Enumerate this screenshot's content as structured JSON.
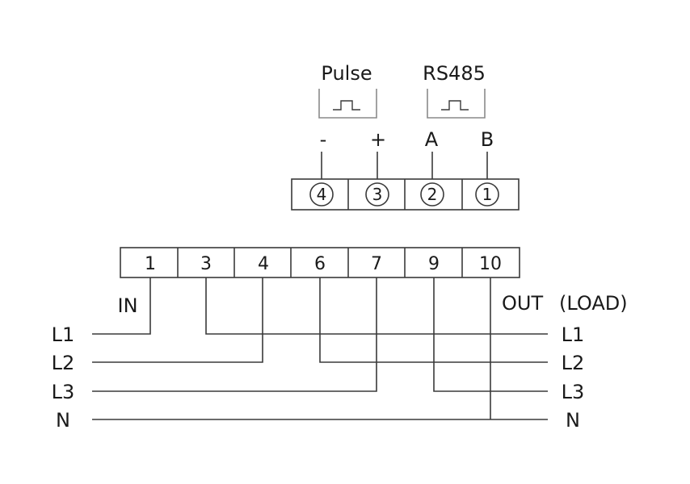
{
  "top_block": {
    "groups": [
      {
        "label": "Pulse",
        "icon": "square-pulse-icon"
      },
      {
        "label": "RS485",
        "icon": "square-pulse-icon"
      }
    ],
    "pins": [
      "-",
      "+",
      "A",
      "B"
    ],
    "terminals": [
      "4",
      "3",
      "2",
      "1"
    ]
  },
  "bottom_block": {
    "terminals": [
      "1",
      "3",
      "4",
      "6",
      "7",
      "9",
      "10"
    ],
    "in_label": "IN",
    "out_label": "OUT",
    "load_label": "(LOAD)",
    "lines_in": [
      "L1",
      "L2",
      "L3",
      "N"
    ],
    "lines_out": [
      "L1",
      "L2",
      "L3",
      "N"
    ]
  }
}
